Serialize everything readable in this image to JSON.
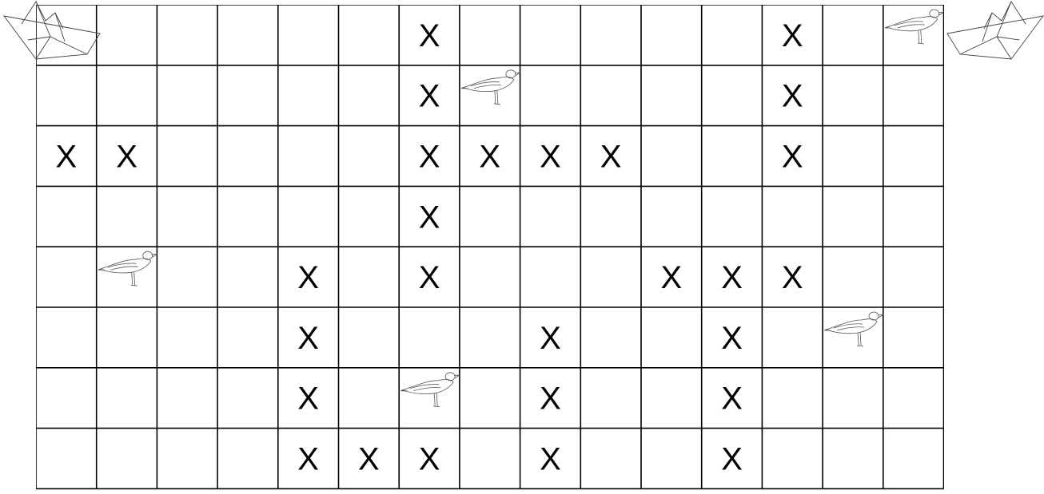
{
  "board": {
    "rows": [
      [
        "",
        "",
        "",
        "",
        "",
        "",
        "X",
        "",
        "",
        "",
        "",
        "",
        "X",
        "",
        ""
      ],
      [
        "",
        "",
        "",
        "",
        "",
        "",
        "X",
        "",
        "",
        "",
        "",
        "",
        "X",
        "",
        ""
      ],
      [
        "X",
        "X",
        "",
        "",
        "",
        "",
        "X",
        "X",
        "X",
        "X",
        "",
        "",
        "X",
        "",
        ""
      ],
      [
        "",
        "",
        "",
        "",
        "",
        "",
        "X",
        "",
        "",
        "",
        "",
        "",
        "",
        "",
        ""
      ],
      [
        "",
        "",
        "",
        "",
        "X",
        "",
        "X",
        "",
        "",
        "",
        "X",
        "X",
        "X",
        "",
        ""
      ],
      [
        "",
        "",
        "",
        "",
        "X",
        "",
        "",
        "",
        "X",
        "",
        "",
        "X",
        "",
        "",
        ""
      ],
      [
        "",
        "",
        "",
        "",
        "X",
        "",
        "",
        "",
        "X",
        "",
        "",
        "X",
        "",
        "",
        ""
      ],
      [
        "",
        "",
        "",
        "",
        "X",
        "X",
        "X",
        "",
        "X",
        "",
        "",
        "X",
        "",
        "",
        ""
      ]
    ],
    "seagull_cells": [
      {
        "row": 0,
        "col": 14
      },
      {
        "row": 1,
        "col": 7
      },
      {
        "row": 4,
        "col": 1
      },
      {
        "row": 5,
        "col": 13
      },
      {
        "row": 6,
        "col": 6
      }
    ],
    "boats": [
      "top-left",
      "top-right"
    ],
    "icons": {
      "mark": "x-mark",
      "bird": "seagull-icon",
      "boat": "paper-boat-icon"
    },
    "colors": {
      "grid": "#000000",
      "mark": "#000000",
      "drawing": "#555555"
    }
  }
}
